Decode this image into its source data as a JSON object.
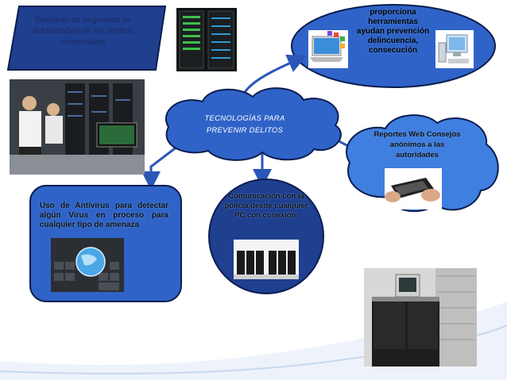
{
  "diagram": {
    "security_systems_box": {
      "text": "Sistemas de seguridad de actualizadas en los centros comerciales"
    },
    "tools_ellipse": {
      "text": "proporciona herramientas ayudan prevención delincuencia, consecución"
    },
    "central_cloud": {
      "line1": "TECNOLOGÍAS PARA",
      "line2": "PREVENIR DELITOS"
    },
    "reports_cloud": {
      "text": "Reportes Web Consejos anónimos a las autoridades"
    },
    "antivirus_box": {
      "text": "Uso de Antivirus para detectar algún Virus en proceso para cualquier tipo de amenaza"
    },
    "police_circle": {
      "text": "Comunicación con la policía desde cualquier PC con conexión."
    }
  },
  "colors": {
    "dark_blue": "#1f3f8f",
    "medium_blue": "#2f63c8",
    "light_blue": "#3f7fe0",
    "outline": "#0b1d4f",
    "connector": "#2a57b8"
  }
}
